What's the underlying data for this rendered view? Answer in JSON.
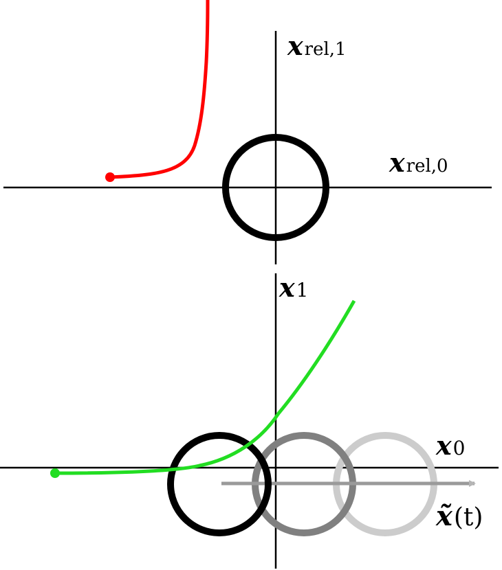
{
  "colors": {
    "axis": "#000000",
    "relative_trajectory": "#ff0000",
    "absolute_trajectory": "#22dd22",
    "circle_current": "#000000",
    "circle_mid": "#808080",
    "circle_far": "#cccccc",
    "motion_arrow": "#9a9a9a"
  },
  "top_panel": {
    "x_axis_label": {
      "symbol": "x",
      "subscript": "rel,0"
    },
    "y_axis_label": {
      "symbol": "x",
      "subscript": "rel,1"
    }
  },
  "bottom_panel": {
    "x_axis_label": {
      "symbol": "x",
      "subscript": "0"
    },
    "y_axis_label": {
      "symbol": "x",
      "subscript": "1"
    },
    "motion_label": {
      "symbol": "x̃",
      "argument": "(t)"
    }
  }
}
